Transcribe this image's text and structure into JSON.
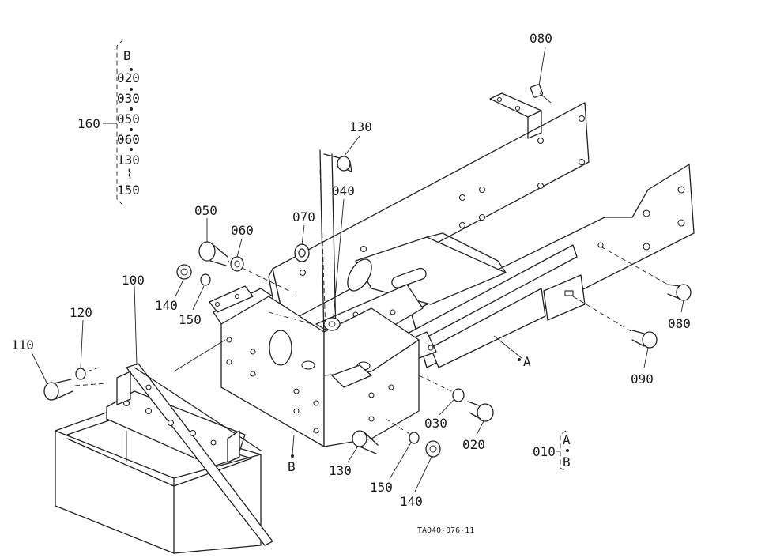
{
  "diagram": {
    "callouts": {
      "c080_top": "080",
      "c130_top": "130",
      "c040": "040",
      "c070": "070",
      "c050": "050",
      "c060": "060",
      "c140_left": "140",
      "c150_left": "150",
      "c100": "100",
      "c120": "120",
      "c110": "110",
      "c080_right": "080",
      "c090": "090",
      "c030": "030",
      "c020": "020",
      "c130_bottom": "130",
      "c150_bottom": "150",
      "c140_bottom": "140",
      "cA": "A",
      "cB": "B"
    },
    "group_b": {
      "header": "B",
      "items": [
        "020",
        "030",
        "050",
        "060",
        "130",
        "150"
      ],
      "range_mark": "⌇",
      "parent": "160"
    },
    "group_010": {
      "parent": "010",
      "items": [
        "A",
        "B"
      ]
    },
    "drawing_code": "TA040-076-11"
  }
}
